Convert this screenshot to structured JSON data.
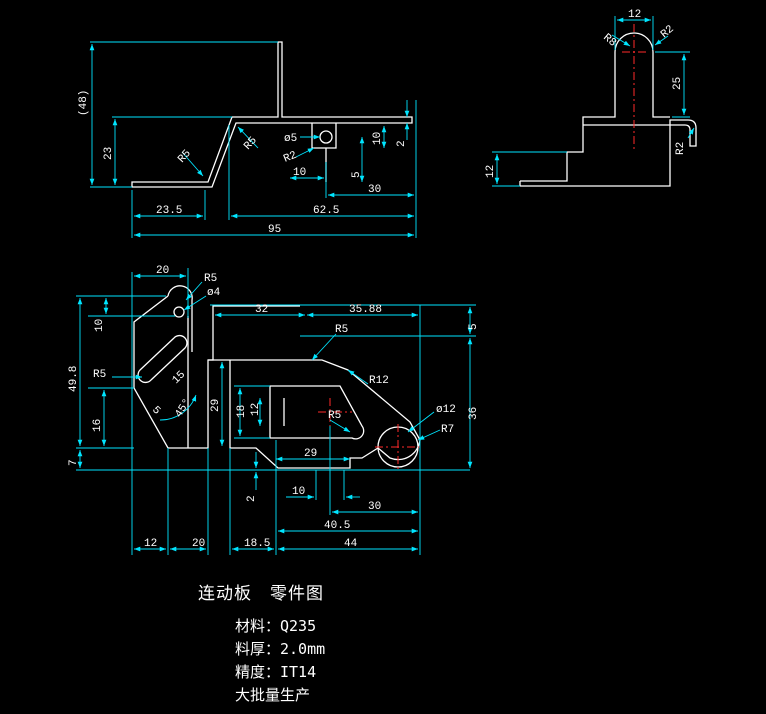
{
  "drawing": {
    "title": "连动板　零件图",
    "specs": [
      "材料：Q235",
      "料厚：2.0mm",
      "精度：IT14",
      "大批量生产"
    ]
  },
  "front_view": {
    "dims": {
      "d48": "(48)",
      "d23": "23",
      "d23_5": "23.5",
      "d62_5": "62.5",
      "d95": "95",
      "r5a": "R5",
      "r5b": "R5",
      "d_phi5": "ø5",
      "r2": "R2",
      "d10a": "10",
      "d10b": "10",
      "d5": "5",
      "d2": "2",
      "d30": "30"
    }
  },
  "side_view": {
    "dims": {
      "d12": "12",
      "r8": "R8",
      "r2a": "R2",
      "d25": "25",
      "r2b": "R2",
      "d12b": "12"
    }
  },
  "top_view": {
    "dims": {
      "d20": "20",
      "r5a": "R5",
      "phi4": "ø4",
      "d10": "10",
      "d49_8": "49.8",
      "r5b": "R5",
      "d15": "15",
      "d45": "45°",
      "d5a": "5",
      "d16": "16",
      "d7": "7",
      "d32": "32",
      "d35_88": "35.88",
      "r5c": "R5",
      "d5b": "5",
      "r12": "R12",
      "d29v": "29",
      "d18": "18",
      "d12": "12",
      "r5d": "R5",
      "phi12": "ø12",
      "r7": "R7",
      "d36": "36",
      "d29h": "29",
      "d2": "2",
      "d10b": "10",
      "d30": "30",
      "d40_5": "40.5",
      "b12": "12",
      "b20": "20",
      "b18_5": "18.5",
      "b44": "44"
    }
  }
}
